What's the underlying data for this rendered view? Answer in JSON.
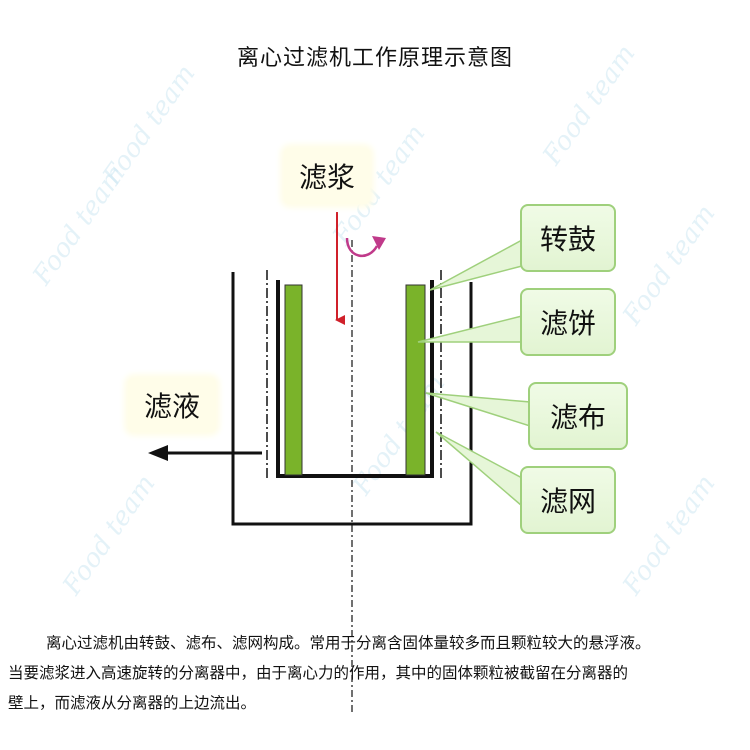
{
  "title": "离心过滤机工作原理示意图",
  "labels": {
    "slurry": "滤浆",
    "filtrate": "滤液",
    "drum": "转鼓",
    "cake": "滤饼",
    "cloth": "滤布",
    "mesh": "滤网"
  },
  "description": [
    "离心过滤机由转鼓、滤布、滤网构成。常用于分离含固体量较多而且颗粒较大的悬浮液。",
    "当要滤浆进入高速旋转的分离器中，由于离心力的作用，其中的固体颗粒被截留在分离器的",
    "壁上，而滤液从分离器的上边流出。"
  ],
  "watermark": "Food team",
  "colors": {
    "arrow_inlet": "#d0202a",
    "rotation_arrow": "#c03a8a",
    "cake_green": "#7ab32a",
    "callout_border": "#9fd07c"
  }
}
